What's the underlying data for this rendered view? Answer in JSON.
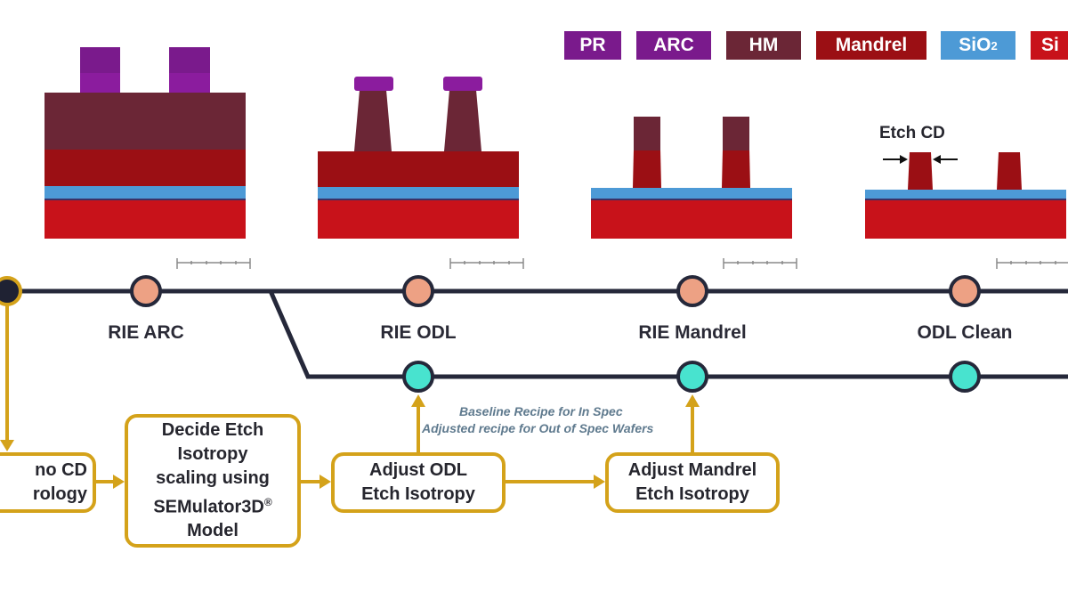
{
  "legend": [
    {
      "label": "PR",
      "color": "#7a1a8c"
    },
    {
      "label": "ARC",
      "color": "#7a1a8c"
    },
    {
      "label": "HM",
      "color": "#6b2636"
    },
    {
      "label": "Mandrel",
      "color": "#9b0f14"
    },
    {
      "label": "SiO",
      "sub": "2",
      "color": "#4d9ad6"
    },
    {
      "label": "Si",
      "color": "#c8121a"
    }
  ],
  "steps": [
    "RIE ARC",
    "RIE ODL",
    "RIE Mandrel",
    "ODL Clean"
  ],
  "boxes": {
    "metrology": {
      "line1": "no CD",
      "line2": "rology"
    },
    "decide": {
      "line1": "Decide Etch",
      "line2": "Isotropy",
      "line3": "scaling using",
      "line4": "SEMulator3D",
      "sup": "®",
      "line5": "Model"
    },
    "adjust_odl": {
      "line1": "Adjust ODL",
      "line2": "Etch Isotropy"
    },
    "adjust_mandrel": {
      "line1": "Adjust Mandrel",
      "line2": "Etch Isotropy"
    }
  },
  "notes": {
    "baseline": "Baseline Recipe for  In Spec",
    "adjusted": "Adjusted recipe for Out of Spec Wafers"
  },
  "etch_cd_label": "Etch CD",
  "colors": {
    "pr": "#7a1a8c",
    "hm": "#6b2636",
    "mandrel": "#9b0f14",
    "sio2": "#4d9ad6",
    "si": "#c8121a",
    "track": "#25283a",
    "node_orange": "#eda184",
    "node_teal": "#48e3cf",
    "flow": "#d4a21a"
  }
}
